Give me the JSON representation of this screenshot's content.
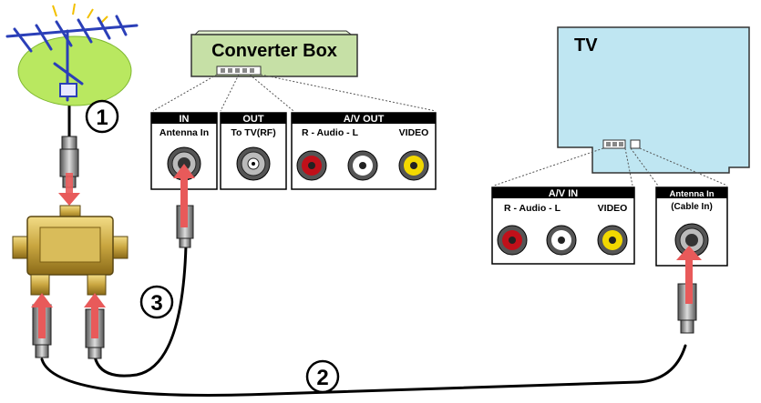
{
  "converter_box": {
    "title": "Converter Box",
    "panels": {
      "in": {
        "header": "IN",
        "port_label": "Antenna In"
      },
      "out": {
        "header": "OUT",
        "port_label": "To TV(RF)"
      },
      "av_out": {
        "header": "A/V OUT",
        "audio_label": "R - Audio - L",
        "video_label": "VIDEO"
      }
    }
  },
  "tv": {
    "title": "TV",
    "panels": {
      "av_in": {
        "header": "A/V IN",
        "audio_label": "R - Audio - L",
        "video_label": "VIDEO"
      },
      "antenna_in": {
        "line1": "Antenna In",
        "line2": "(Cable In)"
      }
    }
  },
  "steps": {
    "one": "1",
    "two": "2",
    "three": "3"
  },
  "colors": {
    "converter_box": "#c6e0a6",
    "tv_screen": "#bfe6f2",
    "antenna_hill": "#b9e860",
    "antenna": "#2b3fb8",
    "splitter": "#c9a640",
    "arrow": "#e85a5a",
    "rca_red": "#c0101a",
    "rca_yellow": "#f2d800",
    "cable": "#000000"
  },
  "icons": [
    "antenna-icon",
    "splitter-icon",
    "coax-connector-icon",
    "rca-jack-icon",
    "coax-jack-icon",
    "arrow-up-icon"
  ]
}
